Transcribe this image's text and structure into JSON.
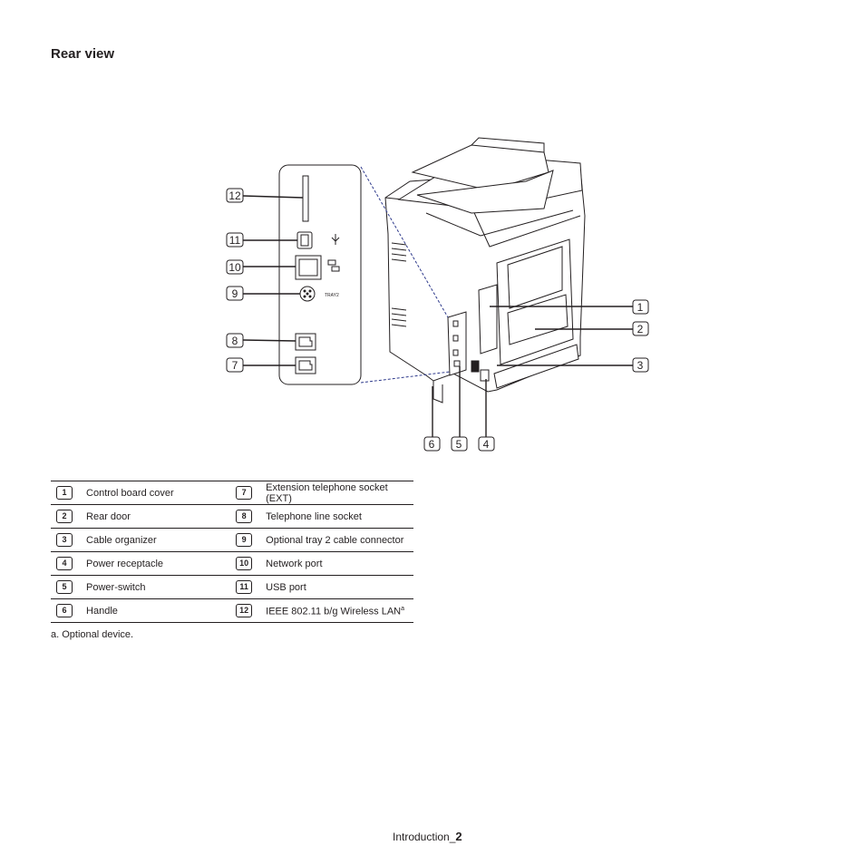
{
  "section_title": "Rear view",
  "figure": {
    "port_labels": {
      "tray": "TRAY2"
    },
    "callouts": [
      "1",
      "2",
      "3",
      "4",
      "5",
      "6",
      "7",
      "8",
      "9",
      "10",
      "11",
      "12"
    ]
  },
  "parts": [
    {
      "num": "1",
      "label": "Control board cover"
    },
    {
      "num": "2",
      "label": "Rear door"
    },
    {
      "num": "3",
      "label": "Cable organizer"
    },
    {
      "num": "4",
      "label": "Power receptacle"
    },
    {
      "num": "5",
      "label": "Power-switch"
    },
    {
      "num": "6",
      "label": "Handle"
    },
    {
      "num": "7",
      "label": "Extension telephone socket (EXT)"
    },
    {
      "num": "8",
      "label": "Telephone line socket"
    },
    {
      "num": "9",
      "label": "Optional tray 2 cable connector"
    },
    {
      "num": "10",
      "label": "Network port"
    },
    {
      "num": "11",
      "label": "USB port"
    },
    {
      "num": "12",
      "label": "IEEE 802.11 b/g Wireless LAN",
      "footnote_mark": "a"
    }
  ],
  "footnote": "a. Optional device.",
  "footer": {
    "section": "Introduction_",
    "page": "2"
  }
}
